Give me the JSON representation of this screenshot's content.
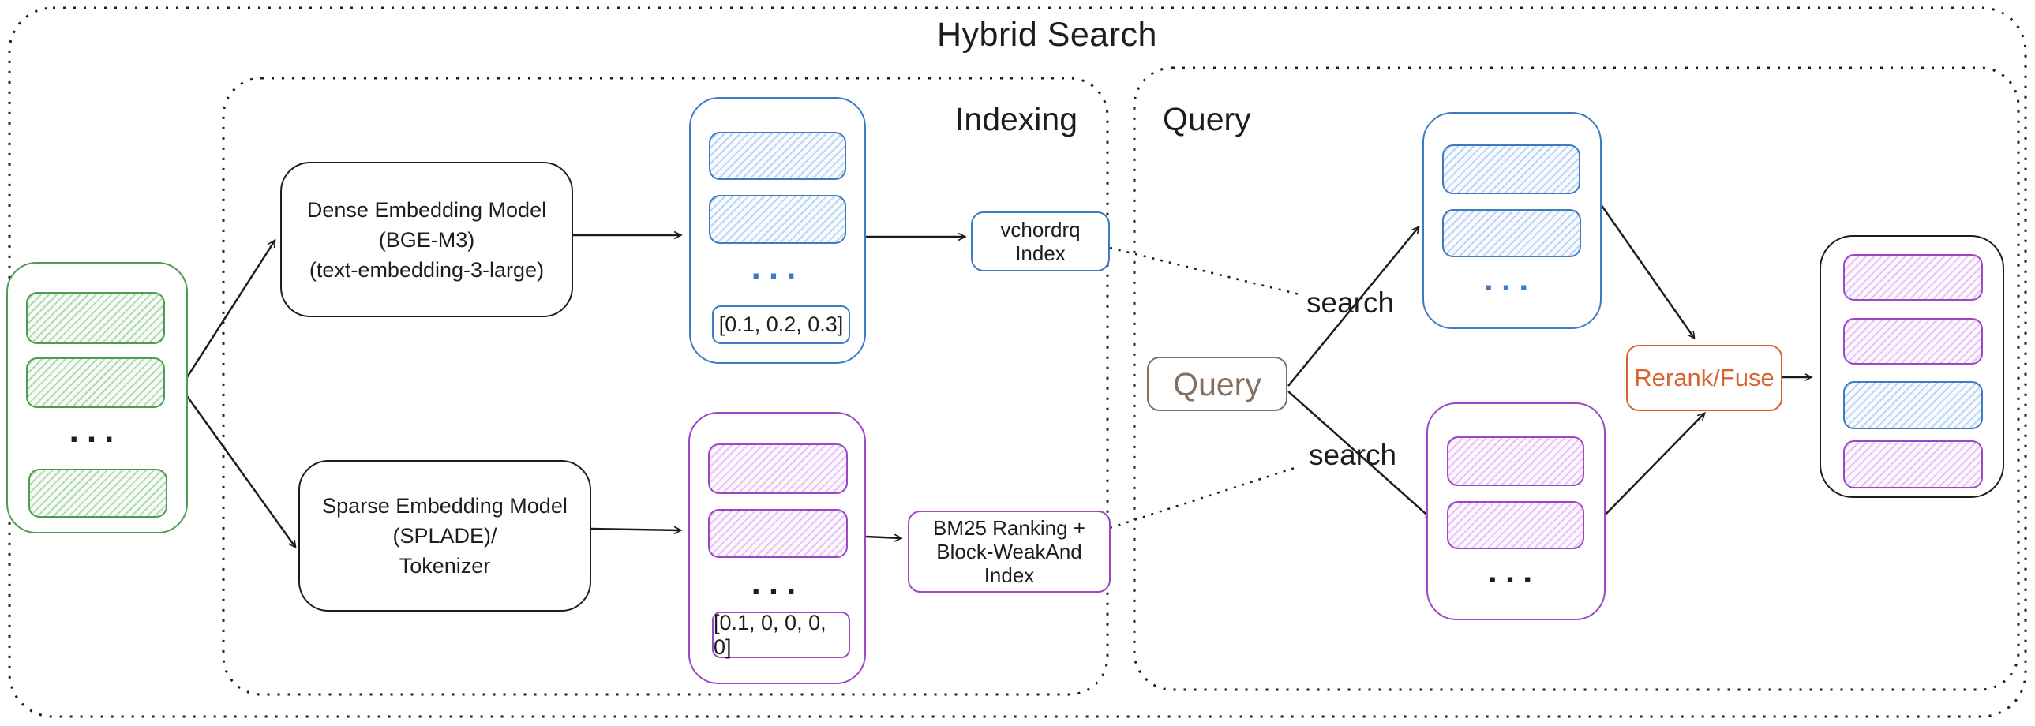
{
  "title": "Hybrid Search",
  "sections": {
    "indexing_label": "Indexing",
    "query_label": "Query"
  },
  "documents_stack": {
    "ellipsis": "..."
  },
  "dense_model": {
    "line1": "Dense Embedding Model",
    "line2": "(BGE-M3)",
    "line3": "(text-embedding-3-large)"
  },
  "sparse_model": {
    "line1": "Sparse Embedding Model",
    "line2": "(SPLADE)/",
    "line3": "Tokenizer"
  },
  "dense_vectors": {
    "ellipsis": "...",
    "sample": "[0.1, 0.2, 0.3]"
  },
  "sparse_vectors": {
    "ellipsis": "...",
    "sample": "[0.1, 0, 0, 0, 0]"
  },
  "dense_index": {
    "line1": "vchordrq",
    "line2": "Index"
  },
  "sparse_index": {
    "line1": "BM25 Ranking +",
    "line2": "Block-WeakAnd Index"
  },
  "query": {
    "box_label": "Query",
    "search_dense_label": "search",
    "search_sparse_label": "search",
    "dense_stack_ellipsis": "...",
    "sparse_stack_ellipsis": "..."
  },
  "rerank": {
    "label": "Rerank/Fuse"
  },
  "colors": {
    "green": "#4e9b51",
    "blue": "#3e7bc4",
    "purple": "#9c48c5",
    "orange": "#d9632e",
    "brown": "#85705f",
    "ink": "#1d1d1d"
  }
}
